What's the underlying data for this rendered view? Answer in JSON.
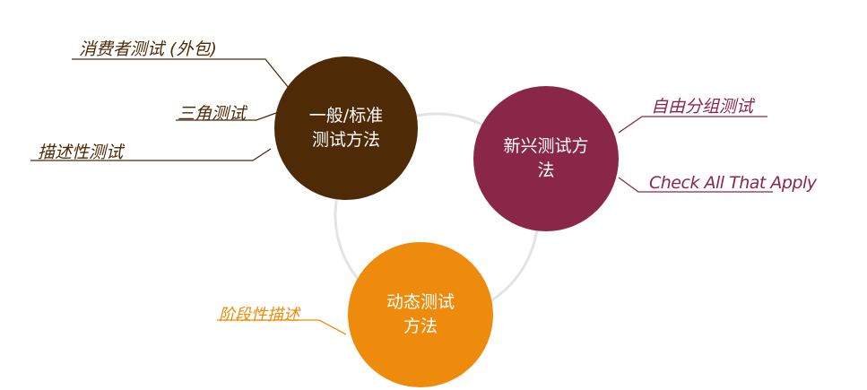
{
  "nodes": {
    "standard": {
      "label": "一般/标准\n测试方法",
      "color": "#4e2a06"
    },
    "emerging": {
      "label": "新兴测试方\n法",
      "color": "#8a2748"
    },
    "dynamic": {
      "label": "动态测试\n方法",
      "color": "#ee8b0c"
    }
  },
  "branches": {
    "standard": [
      "消费者测试 (外包)",
      "三角测试",
      "描述性测试"
    ],
    "emerging": [
      "自由分组测试",
      "Check All That Apply"
    ],
    "dynamic": [
      "阶段性描述"
    ]
  },
  "colors": {
    "ring": "#e3e3e3",
    "leader_dark": "#4e2a06",
    "leader_red": "#8a2748",
    "leader_orange": "#ee8b0c"
  }
}
